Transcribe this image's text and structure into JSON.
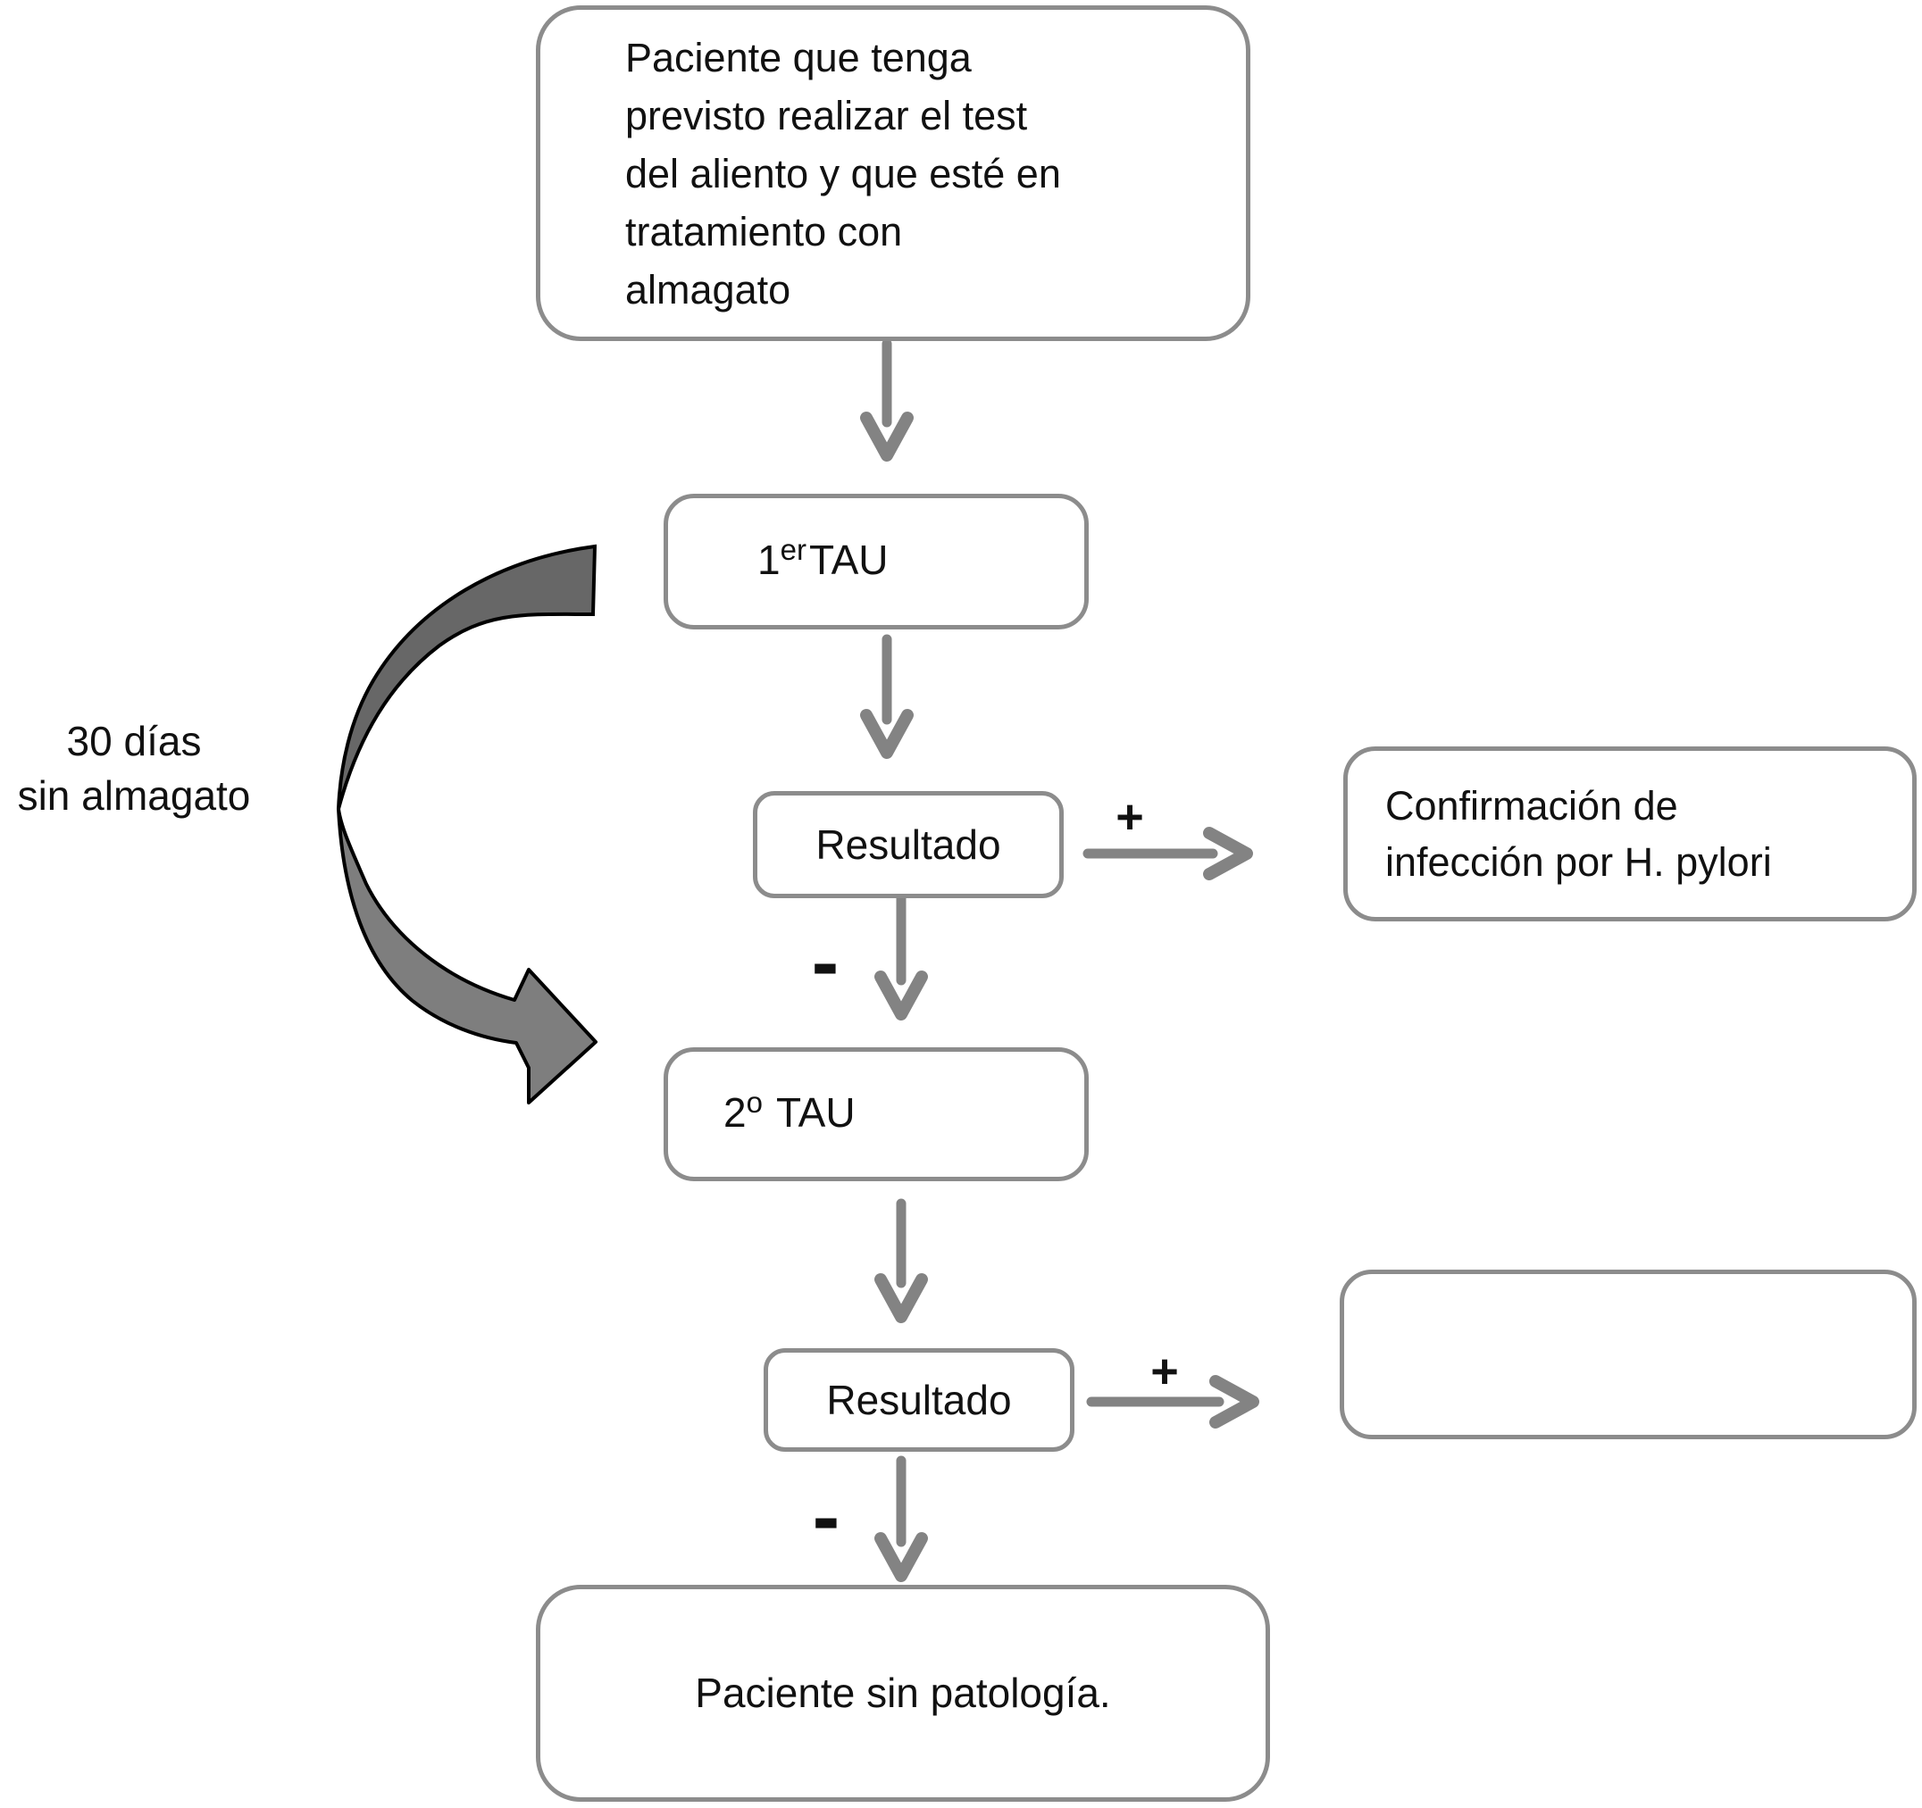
{
  "diagram": {
    "start_box": {
      "text": "Paciente que tenga\nprevisto realizar el test\ndel aliento y que esté en\ntratamiento con\nalmagato"
    },
    "tau1_box": {
      "base": "1",
      "sup": "er",
      "rest": "TAU"
    },
    "resultado1_box": {
      "label": "Resultado"
    },
    "confirm1_box": {
      "text": "Confirmación de\ninfección por H. pylori"
    },
    "tau2_box": {
      "base": "2",
      "sup": "o",
      "rest": "TAU"
    },
    "resultado2_box": {
      "label": "Resultado"
    },
    "final_box": {
      "label": "Paciente sin patología."
    },
    "side_label": {
      "text": "30 días\nsin almagato"
    },
    "signs": {
      "plus": "+",
      "minus": "-"
    },
    "colors": {
      "box_border": "#8c8c8c",
      "arrow_gray": "#838383",
      "curved_arrow_dark": "#676767",
      "curved_arrow_light": "#7e7e7e",
      "curved_arrow_outline": "#000000",
      "text": "#111111",
      "background": "#ffffff"
    }
  }
}
